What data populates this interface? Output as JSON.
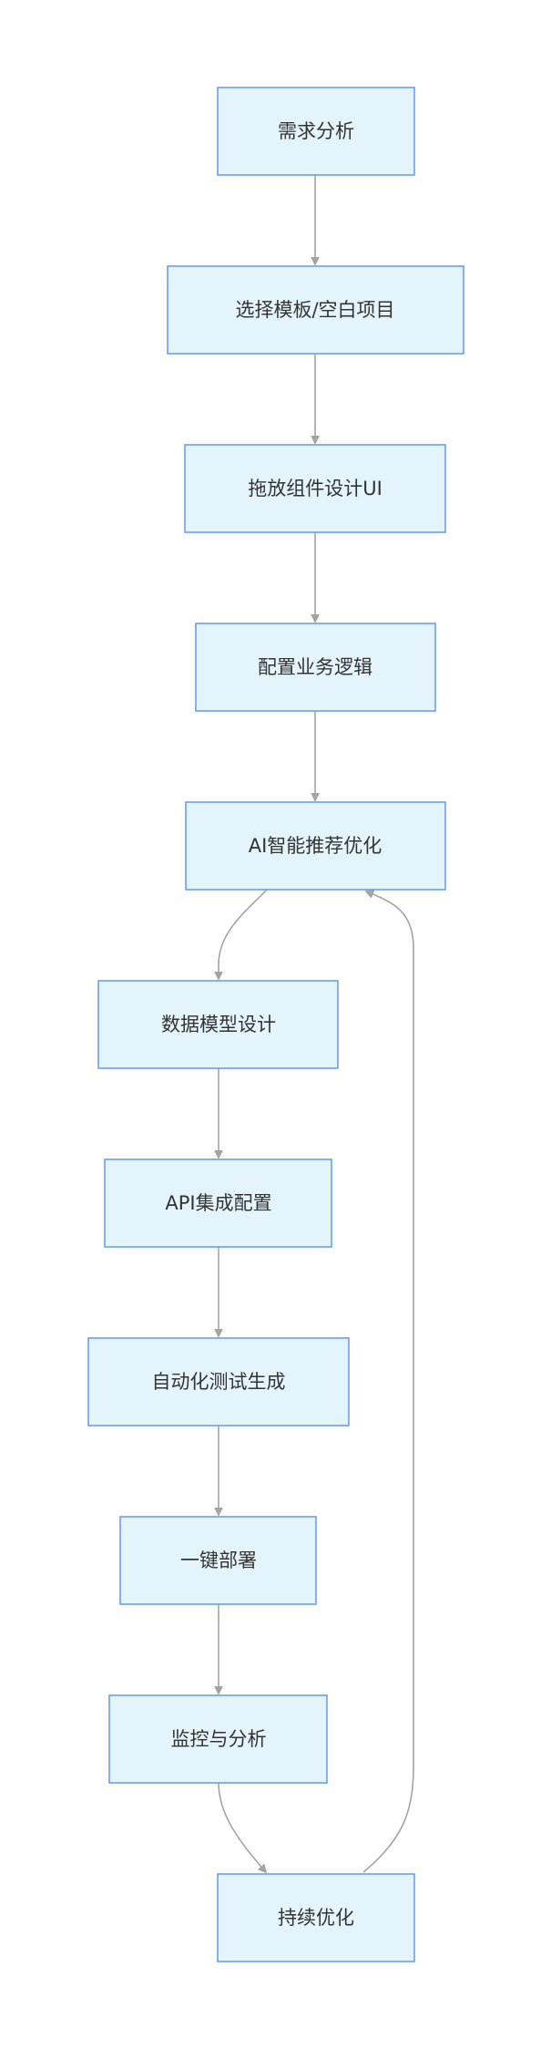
{
  "diagram": {
    "nodes": [
      {
        "id": "n1",
        "label": "需求分析"
      },
      {
        "id": "n2",
        "label": "选择模板/空白项目"
      },
      {
        "id": "n3",
        "label": "拖放组件设计UI"
      },
      {
        "id": "n4",
        "label": "配置业务逻辑"
      },
      {
        "id": "n5",
        "label": "AI智能推荐优化"
      },
      {
        "id": "n6",
        "label": "数据模型设计"
      },
      {
        "id": "n7",
        "label": "API集成配置"
      },
      {
        "id": "n8",
        "label": "自动化测试生成"
      },
      {
        "id": "n9",
        "label": "一键部署"
      },
      {
        "id": "n10",
        "label": "监控与分析"
      },
      {
        "id": "n11",
        "label": "持续优化"
      }
    ],
    "edges": [
      {
        "from": "n1",
        "to": "n2"
      },
      {
        "from": "n2",
        "to": "n3"
      },
      {
        "from": "n3",
        "to": "n4"
      },
      {
        "from": "n4",
        "to": "n5"
      },
      {
        "from": "n5",
        "to": "n6"
      },
      {
        "from": "n6",
        "to": "n7"
      },
      {
        "from": "n7",
        "to": "n8"
      },
      {
        "from": "n8",
        "to": "n9"
      },
      {
        "from": "n9",
        "to": "n10"
      },
      {
        "from": "n10",
        "to": "n11"
      },
      {
        "from": "n11",
        "to": "n5"
      }
    ]
  }
}
